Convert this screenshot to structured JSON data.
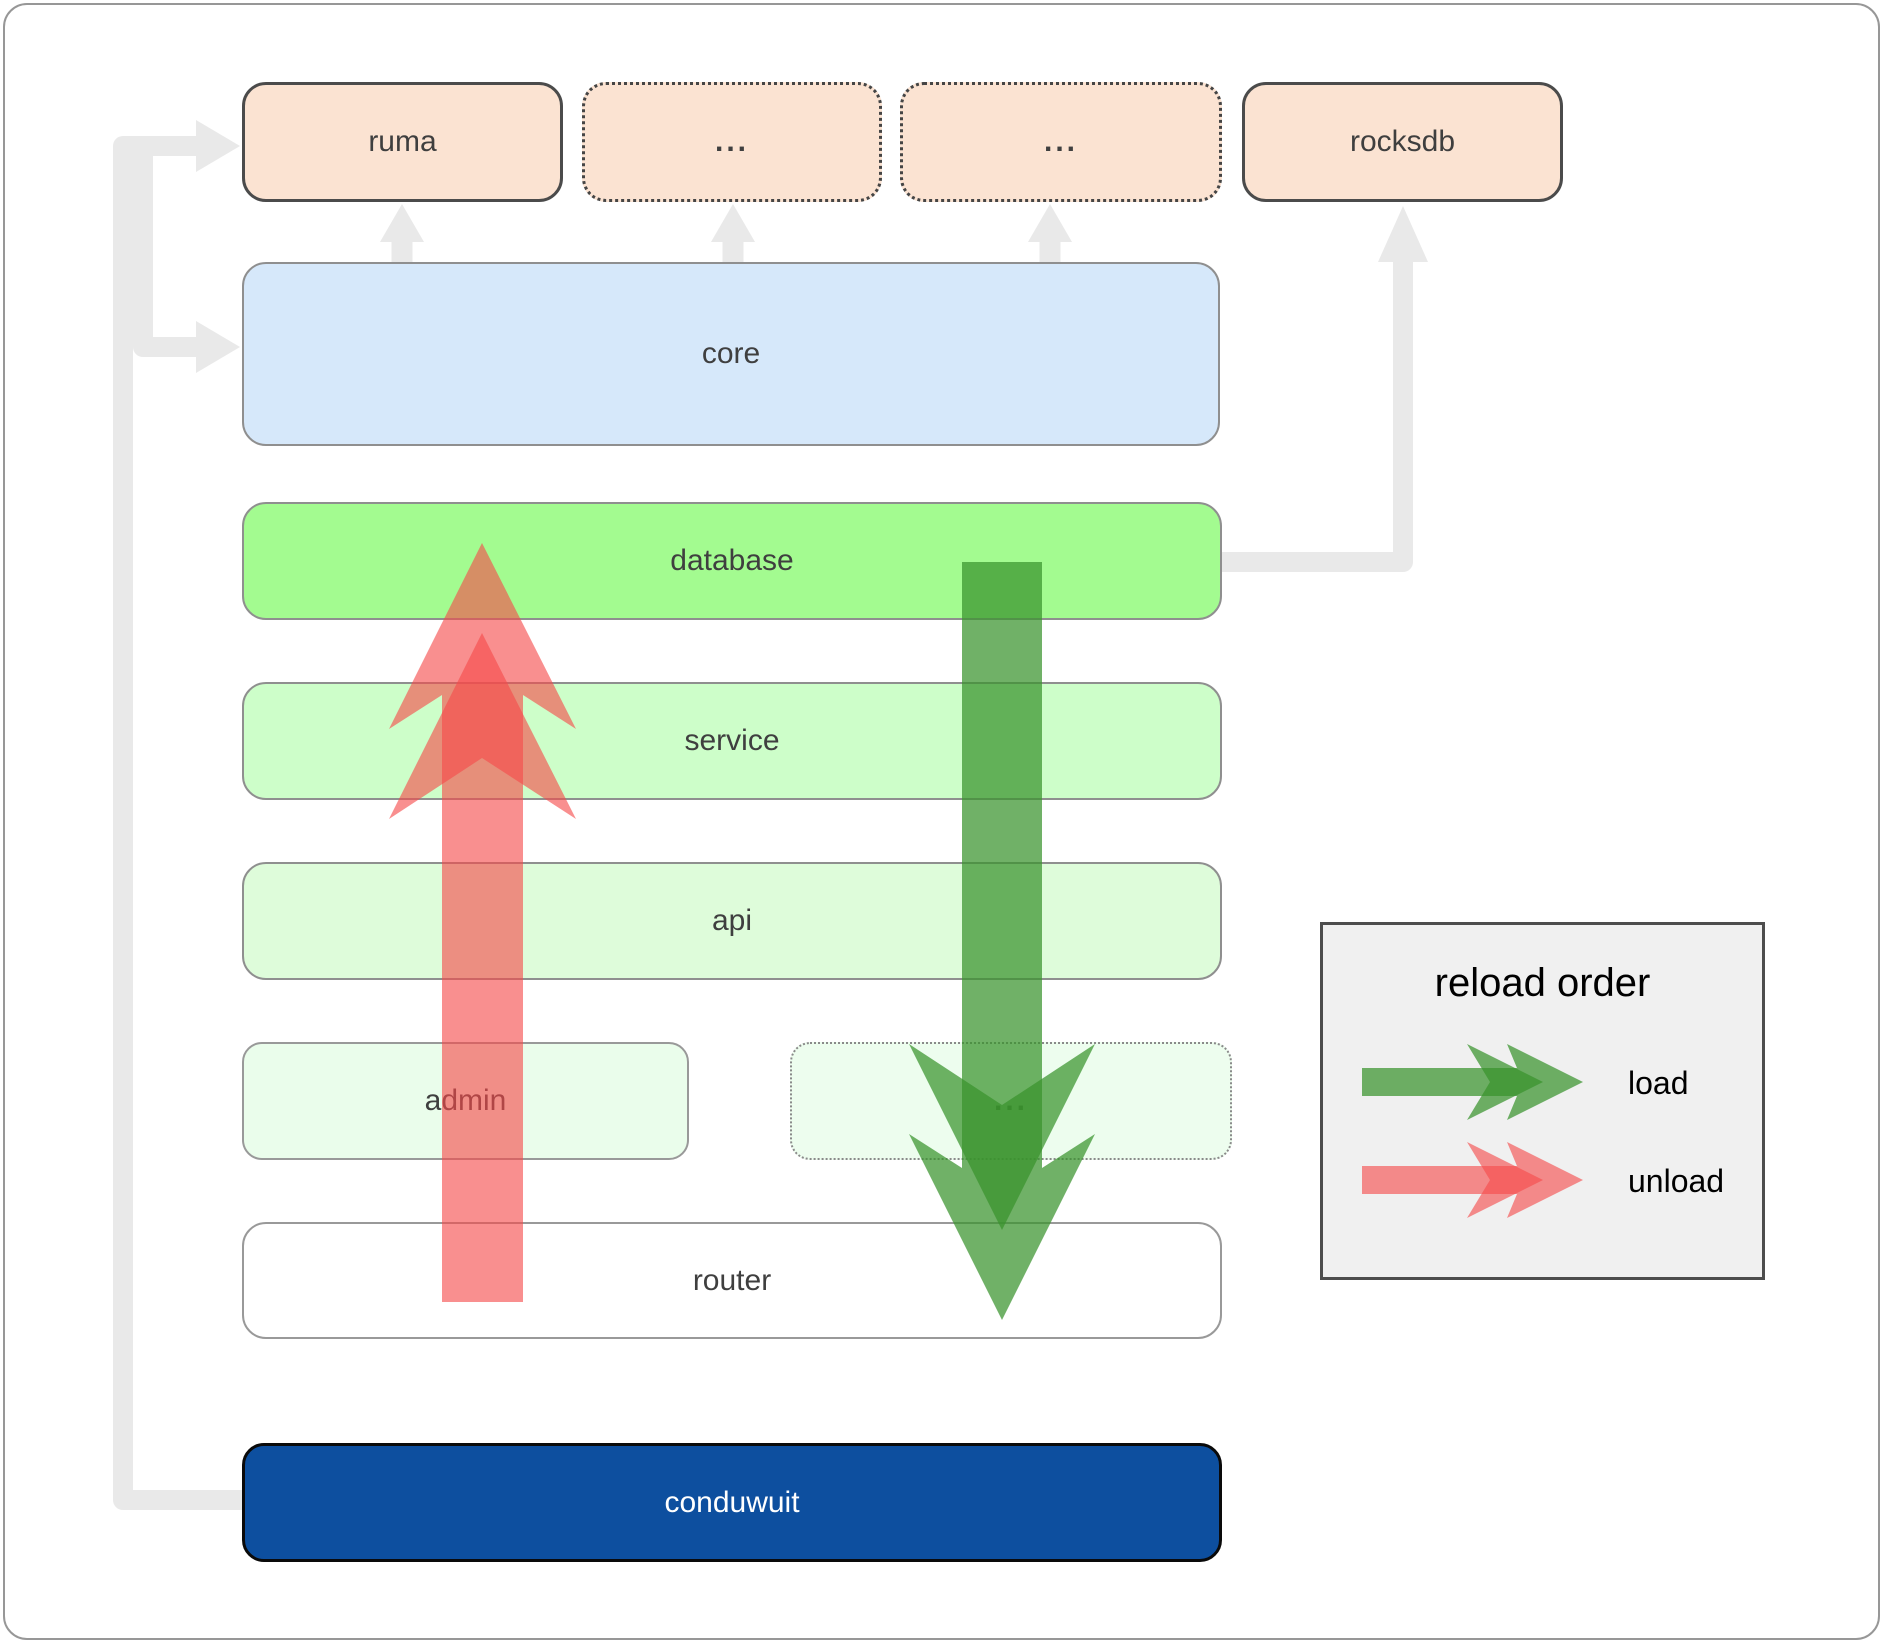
{
  "boxes": {
    "ruma": "ruma",
    "dep2": "...",
    "dep3": "...",
    "rocksdb": "rocksdb",
    "core": "core",
    "database": "database",
    "service": "service",
    "api": "api",
    "admin": "admin",
    "admin_more": "...",
    "router": "router",
    "conduwuit": "conduwuit"
  },
  "legend": {
    "title": "reload order",
    "load_label": "load",
    "unload_label": "unload"
  },
  "colors": {
    "dependency_fill": "#fbe3d2",
    "core_fill": "#d6e8fa",
    "database_fill": "#a3fb90",
    "service_fill": "#cdfec9",
    "api_fill": "#defcda",
    "admin_fill": "#eafdeb",
    "admin_more_fill": "#edfdee",
    "router_fill": "#ffffff",
    "conduwuit_fill": "#0d4f9f",
    "arrow_load_green": "#39932c",
    "arrow_unload_red": "#f54a4a",
    "connector_gray": "#e9e9e9",
    "legend_bg": "#f0f0f0"
  }
}
